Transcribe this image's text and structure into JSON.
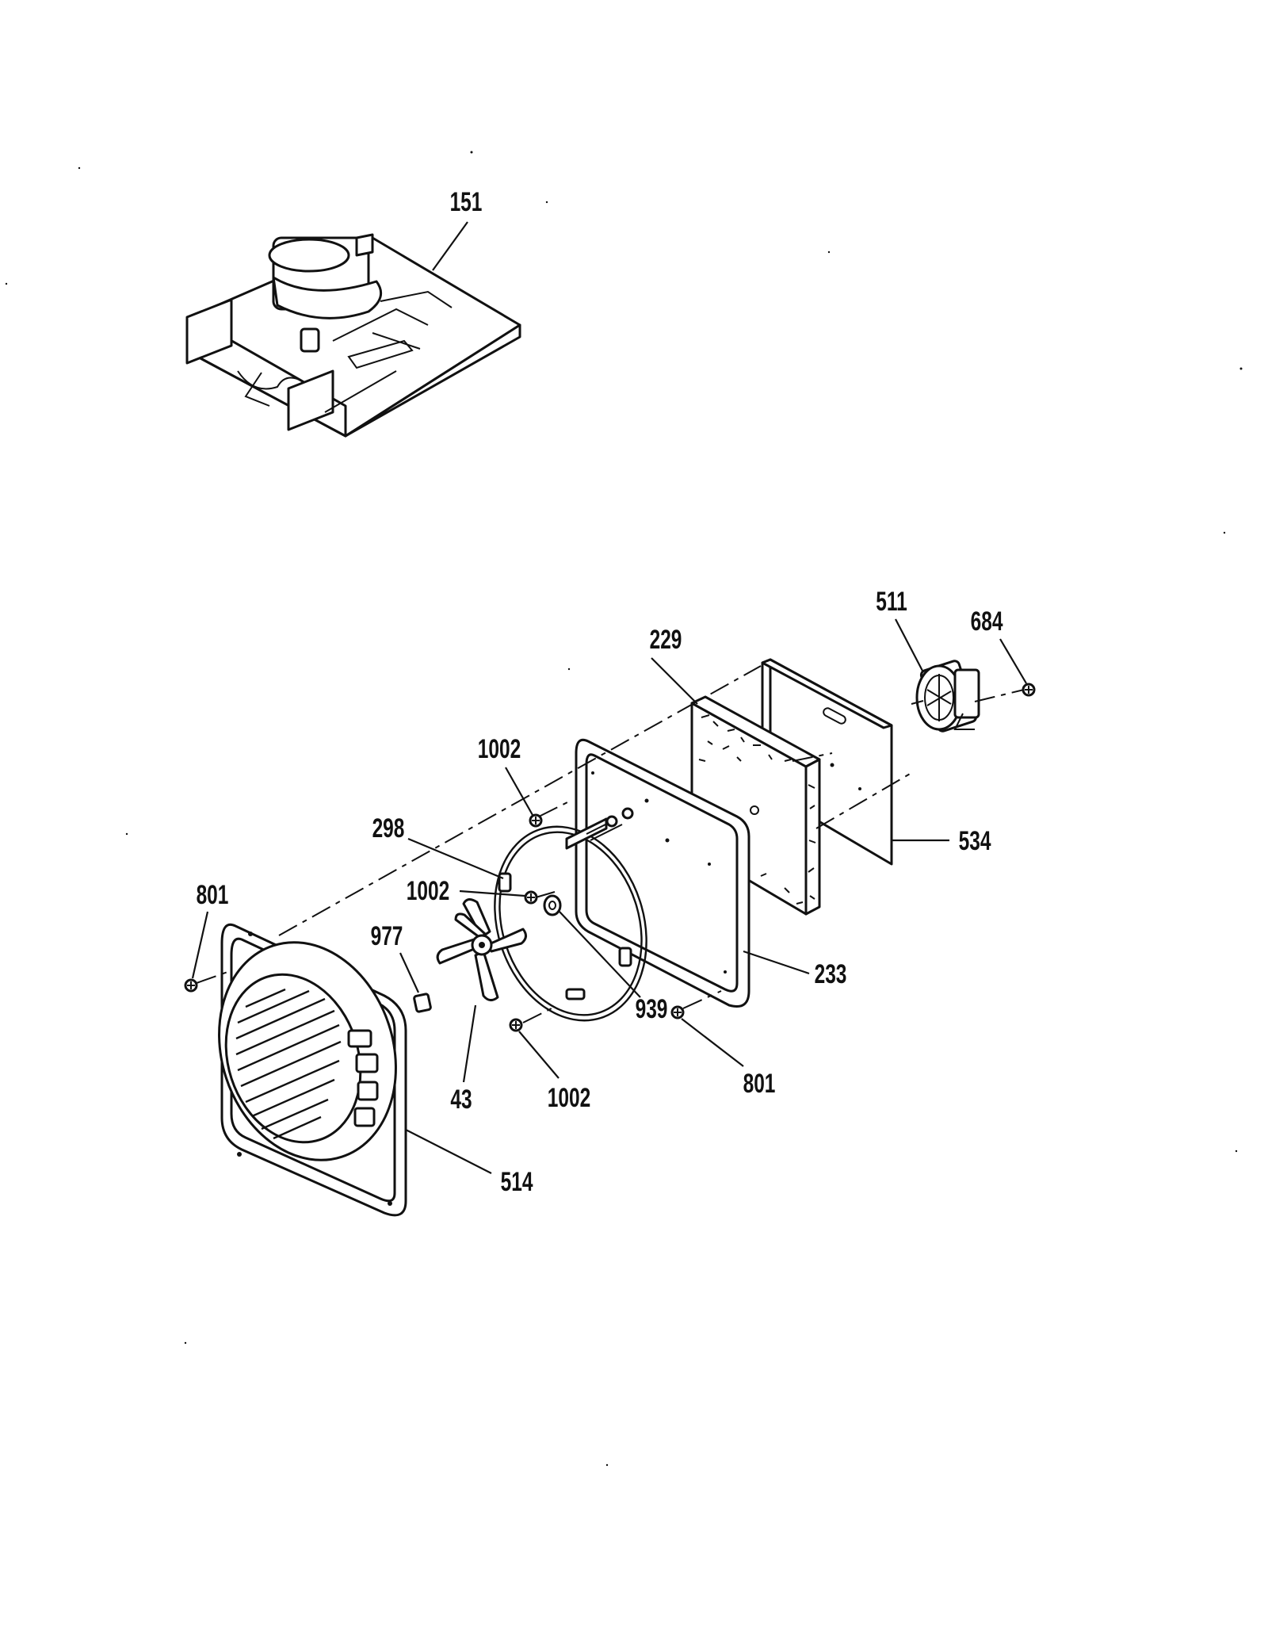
{
  "diagram": {
    "callouts": {
      "c151": "151",
      "c229": "229",
      "c511": "511",
      "c684": "684",
      "c1002a": "1002",
      "c298": "298",
      "c534": "534",
      "c1002b": "1002",
      "c801a": "801",
      "c977": "977",
      "c233": "233",
      "c939": "939",
      "c43": "43",
      "c1002c": "1002",
      "c801b": "801",
      "c514": "514"
    }
  }
}
